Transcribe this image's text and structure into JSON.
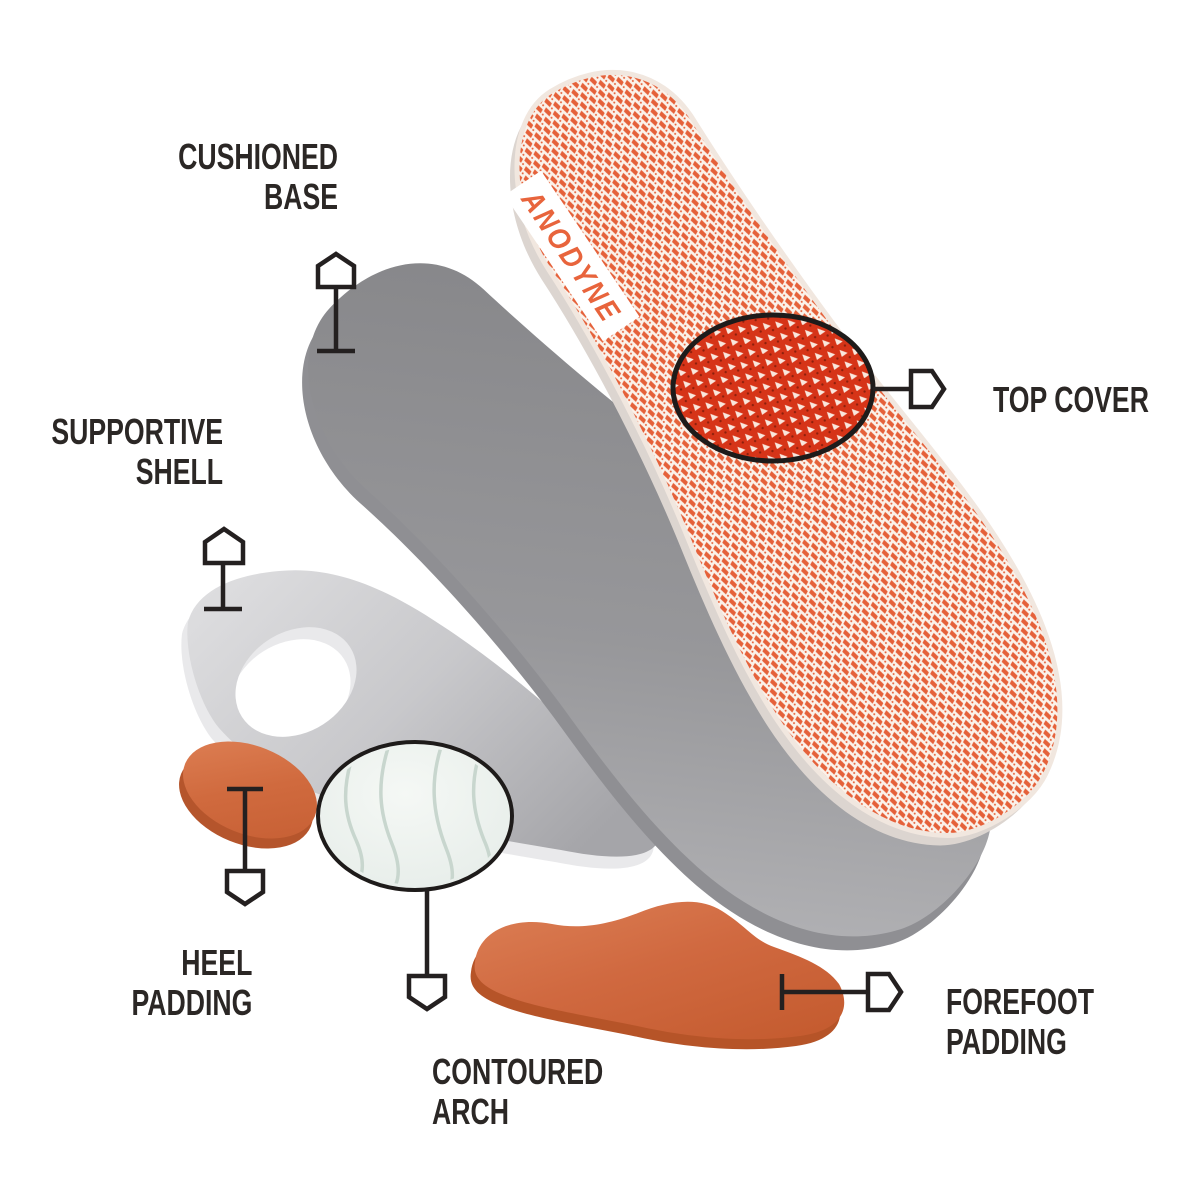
{
  "brand": {
    "name": "ANODYNE"
  },
  "labels": {
    "cushioned_base": {
      "line1": "CUSHIONED",
      "line2": "BASE"
    },
    "supportive_shell": {
      "line1": "SUPPORTIVE",
      "line2": "SHELL"
    },
    "heel_padding": {
      "line1": "HEEL",
      "line2": "PADDING"
    },
    "contoured_arch": {
      "line1": "CONTOURED",
      "line2": "ARCH"
    },
    "top_cover": {
      "line1": "TOP COVER"
    },
    "forefoot_padding": {
      "line1": "FOREFOOT",
      "line2": "PADDING"
    }
  },
  "colors": {
    "background": "#FFFFFF",
    "label_text": "#2B2725",
    "callout_line": "#242020",
    "base_gray": "#97979A",
    "shell_gray": "#C9C9CC",
    "pad_orange": "#CE6A3F",
    "knit_orange": "#E5613A",
    "knit_background": "#FBF2EA",
    "detail_red": "#D63418",
    "arch_white": "#EFF3F0",
    "logo_orange": "#E8643C"
  }
}
